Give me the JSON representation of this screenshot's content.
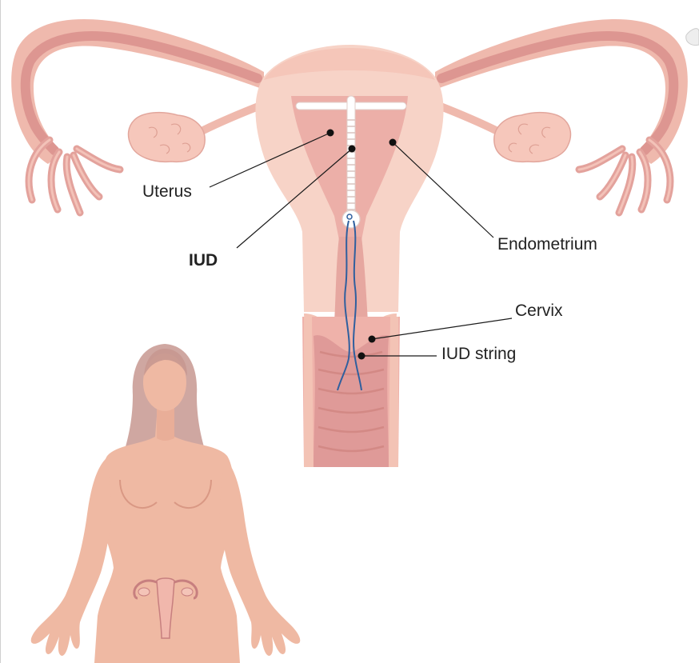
{
  "diagram": {
    "labels": {
      "uterus": "Uterus",
      "iud": "IUD",
      "endometrium": "Endometrium",
      "cervix": "Cervix",
      "iud_string": "IUD string"
    },
    "colors": {
      "tissue_light": "#f7d3c7",
      "tissue_mid": "#f0b4a6",
      "tissue_dark": "#d98b86",
      "tube_inner": "#d98f8c",
      "ovary": "#f6c7bb",
      "iud_device": "#ffffff",
      "iud_string": "#2f5f9e",
      "body_skin": "#efb9a3",
      "hair": "#c79890",
      "label_text": "#222222",
      "leader_line": "#1a1a1a"
    },
    "icons": {
      "device": "t-shaped-iud-icon",
      "figure": "female-body-silhouette"
    }
  }
}
